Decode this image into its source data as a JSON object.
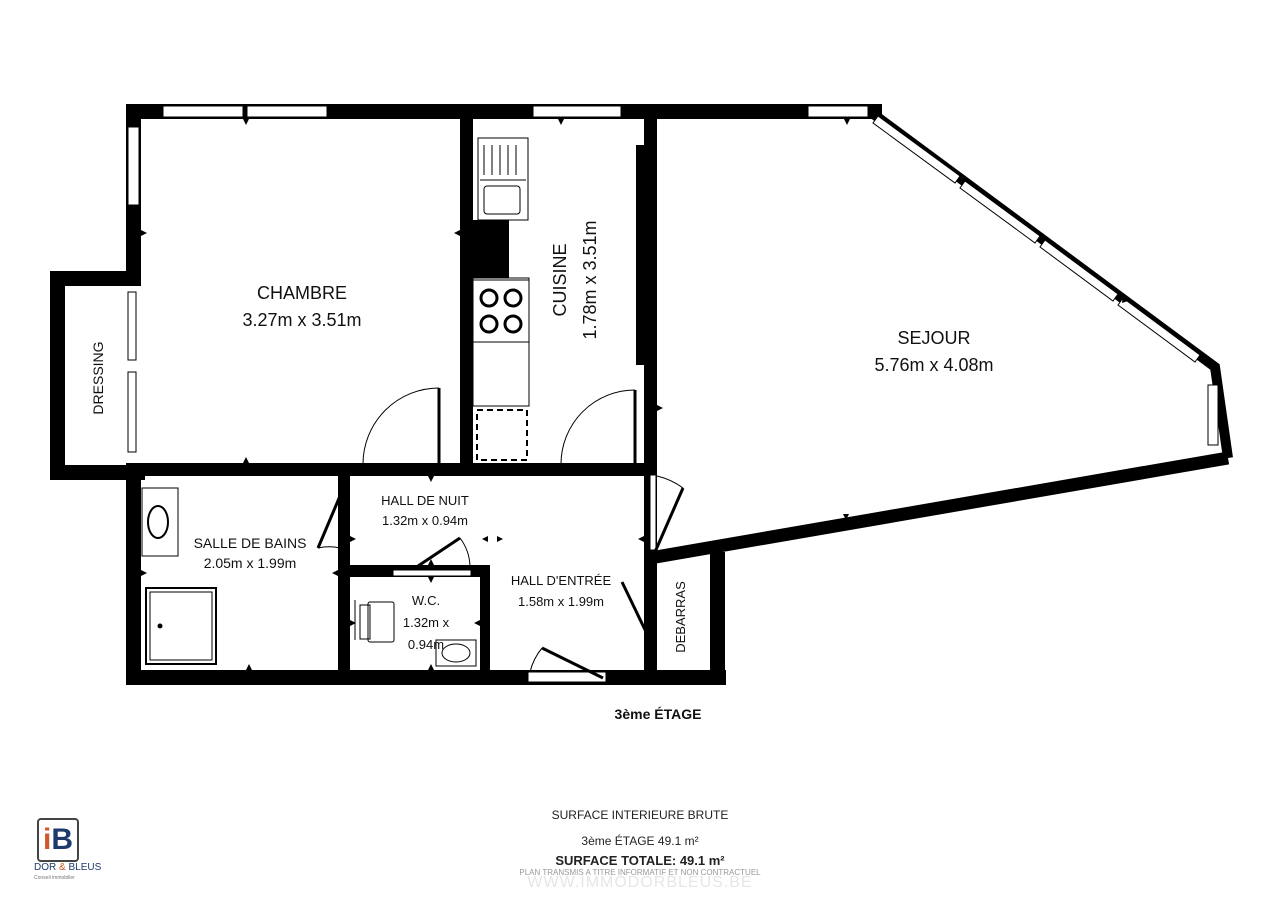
{
  "plan": {
    "rooms": {
      "chambre": {
        "name": "CHAMBRE",
        "dims": "3.27m  x  3.51m"
      },
      "cuisine": {
        "name": "CUISINE",
        "dims": "1.78m x 3.51m"
      },
      "sejour": {
        "name": "SEJOUR",
        "dims": "5.76m  x  4.08m"
      },
      "dressing": {
        "name": "DRESSING"
      },
      "salle_de_bains": {
        "name": "SALLE DE BAINS",
        "dims": "2.05m  x  1.99m"
      },
      "hall_de_nuit": {
        "name": "HALL DE NUIT",
        "dims": "1.32m x 0.94m"
      },
      "wc": {
        "name": "W.C.",
        "dims_line1": "1.32m x",
        "dims_line2": "0.94m"
      },
      "hall_entree": {
        "name": "HALL D'ENTRÉE",
        "dims": "1.58m  x  1.99m"
      },
      "debarras": {
        "name": "DEBARRAS"
      }
    },
    "floor_label": "3ème ÉTAGE",
    "wall_color": "#000000"
  },
  "footer": {
    "surface_title": "SURFACE INTERIEURE BRUTE",
    "floor_surface": "3ème ÉTAGE 49.1  m²",
    "total_surface": "SURFACE TOTALE:  49.1  m²",
    "disclaimer": "PLAN TRANSMIS A TITRE INFORMATIF ET NON CONTRACTUEL",
    "website": "WWW.IMMODORBLEUS.BE"
  },
  "logo": {
    "mark_i": "i",
    "mark_b": "B",
    "brand_left": "DOR",
    "brand_amp": "&",
    "brand_right": "BLEUS",
    "tagline": "Conseil immobilier",
    "icon": "ib-logo-icon"
  }
}
